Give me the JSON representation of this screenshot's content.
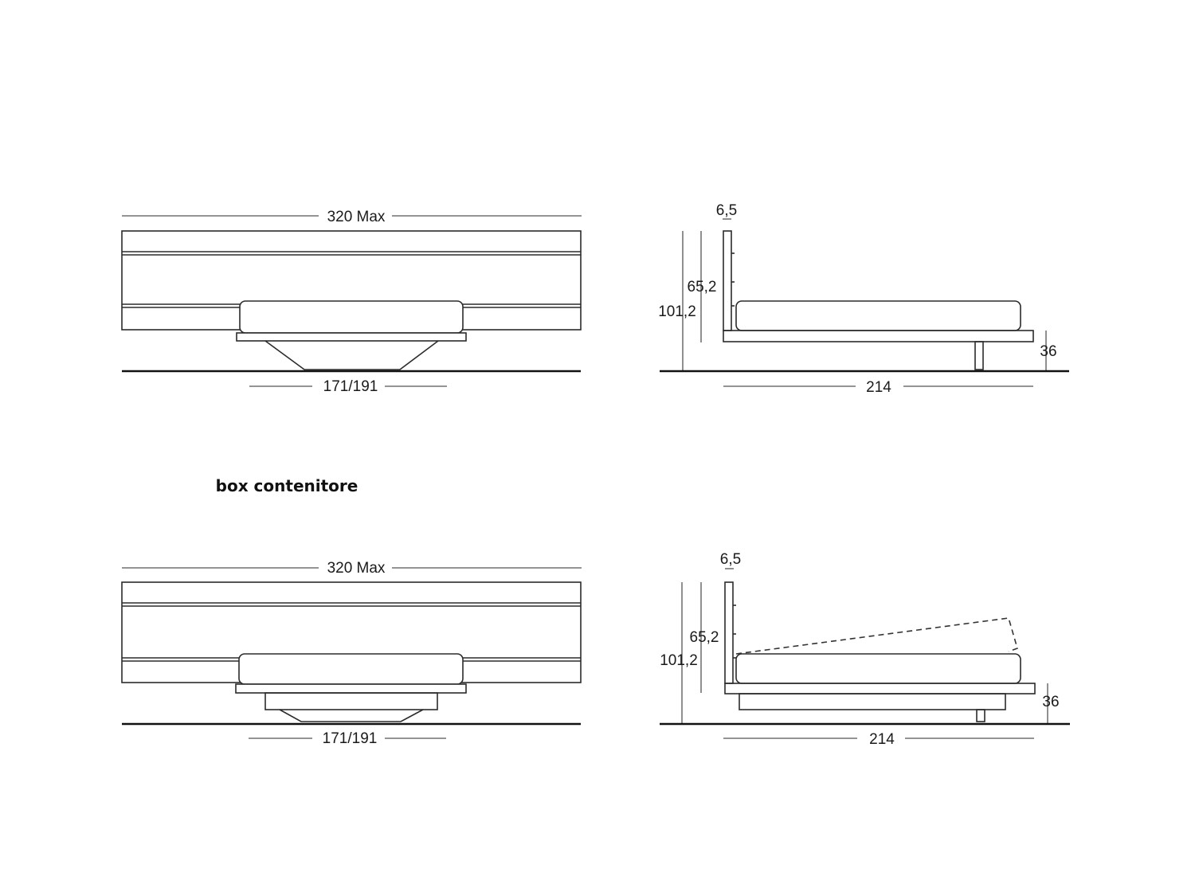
{
  "section_caption": "box contenitore",
  "views": {
    "front_top": {
      "width_label": "320 Max",
      "base_label": "171/191"
    },
    "side_top": {
      "thickness_label": "6,5",
      "headboard_label": "65,2",
      "total_height_label": "101,2",
      "frame_height_label": "36",
      "length_label": "214"
    },
    "front_bottom": {
      "width_label": "320 Max",
      "base_label": "171/191"
    },
    "side_bottom": {
      "thickness_label": "6,5",
      "headboard_label": "65,2",
      "total_height_label": "101,2",
      "frame_height_label": "36",
      "length_label": "214"
    }
  }
}
